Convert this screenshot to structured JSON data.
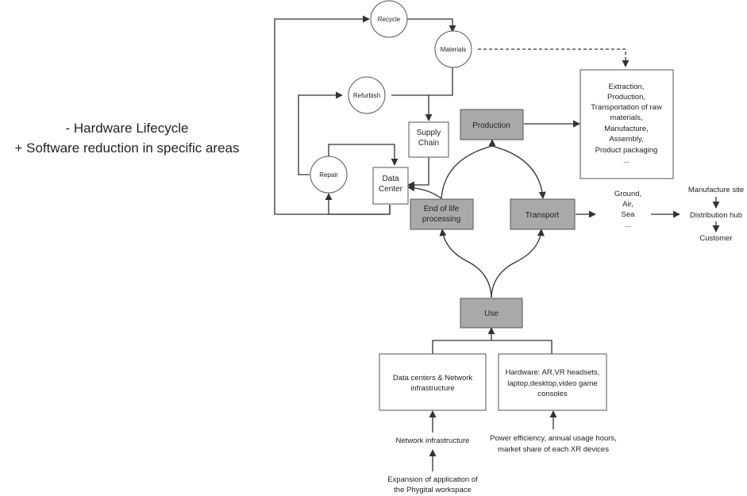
{
  "side_note": {
    "line1": "- Hardware Lifecycle",
    "line2": "+ Software reduction in specific areas"
  },
  "nodes": {
    "recycle": "Recycle",
    "materials": "Materials",
    "refurbish": "Refurbish",
    "repair": "Repair",
    "supply_chain": [
      "Supply",
      "Chain"
    ],
    "data_center": [
      "Data",
      "Center"
    ],
    "production": "Production",
    "production_details": [
      "Extraction,",
      "Production,",
      "Transportation of raw",
      "materials,",
      "Manufacture,",
      "Assembly,",
      "Product packaging",
      "..."
    ],
    "end_of_life": [
      "End of life",
      "processing"
    ],
    "transport": "Transport",
    "transport_modes": [
      "Ground,",
      "Air,",
      "Sea",
      "..."
    ],
    "manufacture_site": "Manufacture site",
    "distribution_hub": "Distribution hub",
    "customer": "Customer",
    "use": "Use",
    "data_centers_network": [
      "Data centers & Network",
      "infrastructure"
    ],
    "hardware": [
      "Hardware: AR,VR headsets,",
      "laptop,desktop,video game",
      "consoles"
    ],
    "network_infrastructure": "Network infrastructure",
    "power_efficiency": [
      "Power efficiency, annual usage hours,",
      "market share of each XR devices"
    ],
    "expansion": [
      "Expansion of application of",
      "the Phygital workspace"
    ]
  }
}
